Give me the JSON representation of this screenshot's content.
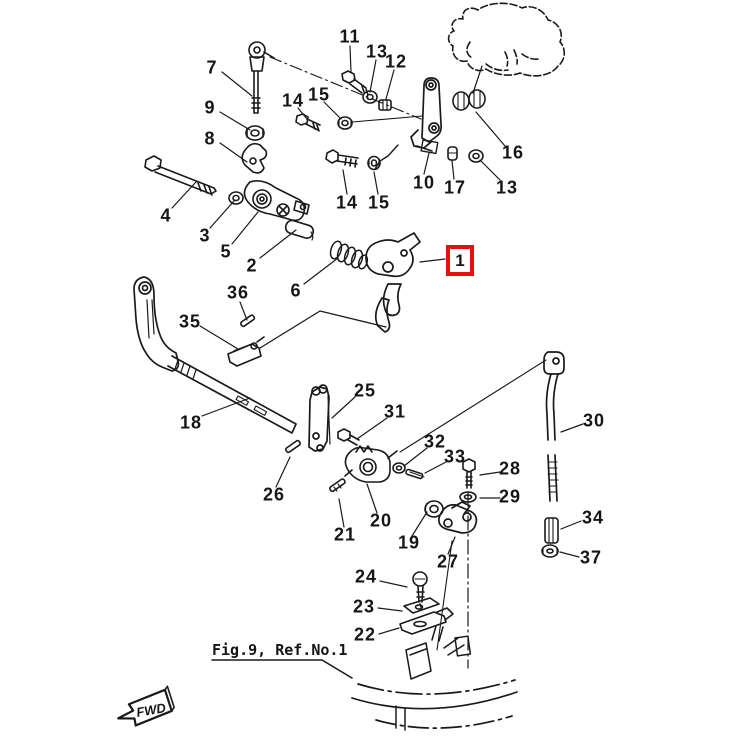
{
  "figure": {
    "caption": "Fig.9, Ref.No.1",
    "direction_label": "FWD"
  },
  "highlight": {
    "label": "1",
    "color": "#e8100c"
  },
  "colors": {
    "background": "#ffffff",
    "line": "#1a1a1a",
    "highlight_red": "#e8100c"
  },
  "callouts": [
    {
      "label": "7"
    },
    {
      "label": "9"
    },
    {
      "label": "8"
    },
    {
      "label": "4"
    },
    {
      "label": "3"
    },
    {
      "label": "5"
    },
    {
      "label": "2"
    },
    {
      "label": "6"
    },
    {
      "label": "36"
    },
    {
      "label": "35"
    },
    {
      "label": "18"
    },
    {
      "label": "11"
    },
    {
      "label": "13"
    },
    {
      "label": "12"
    },
    {
      "label": "14"
    },
    {
      "label": "15"
    },
    {
      "label": "14"
    },
    {
      "label": "15"
    },
    {
      "label": "10"
    },
    {
      "label": "17"
    },
    {
      "label": "13"
    },
    {
      "label": "16"
    },
    {
      "label": "25"
    },
    {
      "label": "31"
    },
    {
      "label": "32"
    },
    {
      "label": "33"
    },
    {
      "label": "26"
    },
    {
      "label": "21"
    },
    {
      "label": "20"
    },
    {
      "label": "19"
    },
    {
      "label": "27"
    },
    {
      "label": "28"
    },
    {
      "label": "29"
    },
    {
      "label": "30"
    },
    {
      "label": "34"
    },
    {
      "label": "37"
    },
    {
      "label": "24"
    },
    {
      "label": "23"
    },
    {
      "label": "22"
    }
  ]
}
